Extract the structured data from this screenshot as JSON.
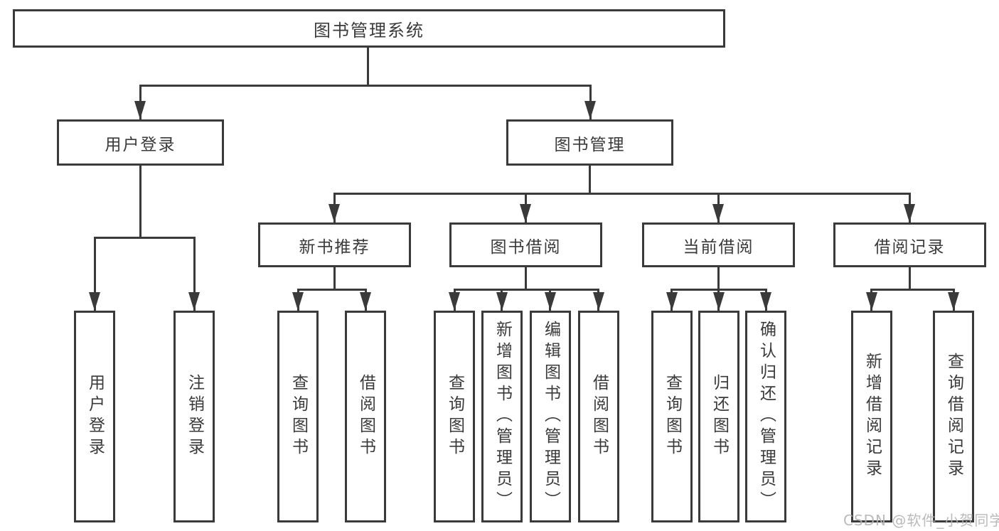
{
  "tree": {
    "root": "图书管理系统",
    "children": [
      {
        "label": "用户登录",
        "children": [
          {
            "label": "用户登录"
          },
          {
            "label": "注销登录"
          }
        ]
      },
      {
        "label": "图书管理",
        "children": [
          {
            "label": "新书推荐",
            "children": [
              {
                "label": "查询图书"
              },
              {
                "label": "借阅图书"
              }
            ]
          },
          {
            "label": "图书借阅",
            "children": [
              {
                "label": "查询图书"
              },
              {
                "label": "新增图书（管理员）"
              },
              {
                "label": "编辑图书（管理员）"
              },
              {
                "label": "借阅图书"
              }
            ]
          },
          {
            "label": "当前借阅",
            "children": [
              {
                "label": "查询图书"
              },
              {
                "label": "归还图书"
              },
              {
                "label": "确认归还（管理员）"
              }
            ]
          },
          {
            "label": "借阅记录",
            "children": [
              {
                "label": "新增借阅记录"
              },
              {
                "label": "查询借阅记录"
              }
            ]
          }
        ]
      }
    ]
  },
  "watermark": "CSDN @软件_小贺同学",
  "colors": {
    "line": "#3a3a3a",
    "text": "#3a3a3a",
    "watermark": "#b3b3b3",
    "background": "#ffffff"
  }
}
